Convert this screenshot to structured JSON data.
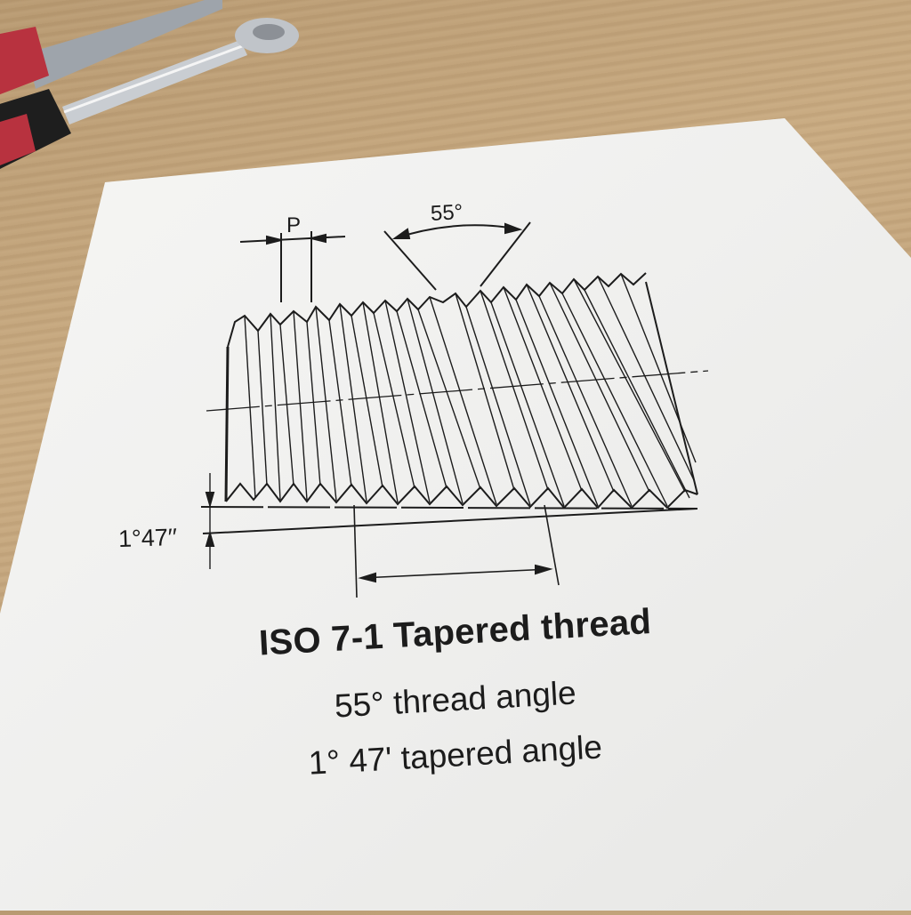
{
  "scene": {
    "background": "wooden table",
    "objects": [
      "screwdriver-handle-red",
      "ratchet-wrench"
    ]
  },
  "diagram": {
    "pitch_label": "P",
    "thread_angle_label": "55°",
    "taper_label": "1°47′′",
    "thread_count": 14
  },
  "caption": {
    "title": "ISO 7-1 Tapered thread",
    "line1": "55° thread angle",
    "line2": "1° 47' tapered angle"
  },
  "colors": {
    "paper": "#f2f2f0",
    "ink": "#1c1c1c",
    "wood": "#c2a57d",
    "handle_red": "#b8323f"
  }
}
